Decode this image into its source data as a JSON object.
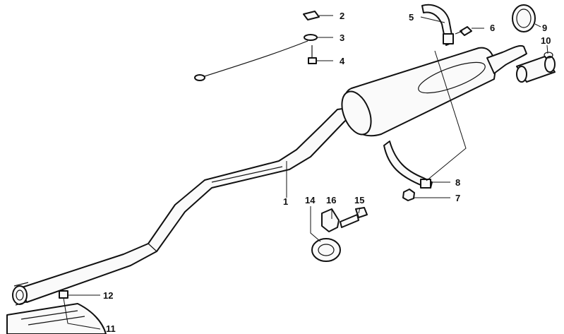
{
  "callouts": {
    "c1": "1",
    "c2": "2",
    "c3": "3",
    "c4": "4",
    "c5": "5",
    "c6": "6",
    "c7": "7",
    "c8": "8",
    "c9": "9",
    "c10": "10",
    "c11": "11",
    "c12": "12",
    "c14": "14",
    "c15": "15",
    "c16": "16"
  }
}
